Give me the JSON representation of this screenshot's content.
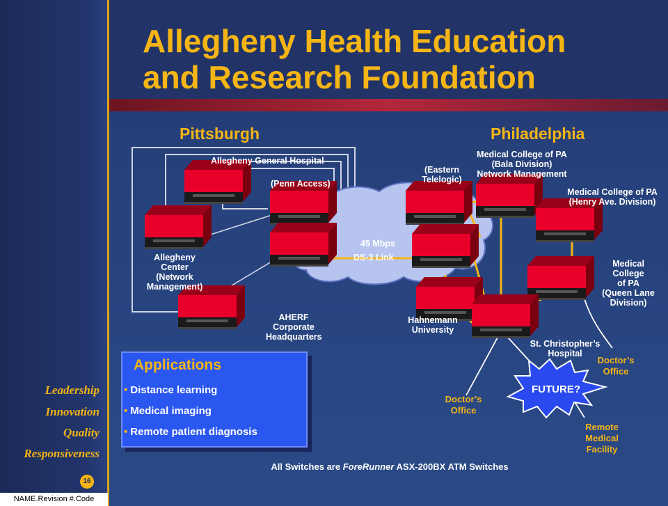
{
  "title": {
    "line1": "Allegheny Health Education",
    "line2": "and Research Foundation"
  },
  "values": [
    "Leadership",
    "Innovation",
    "Quality",
    "Responsiveness"
  ],
  "cities": {
    "pittsburgh": "Pittsburgh",
    "philadelphia": "Philadelphia"
  },
  "nodes": {
    "agh": "Allegheny General Hospital",
    "penn": "(Penn Access)",
    "ac1": "Allegheny",
    "ac2": "Center",
    "ac3": "(Network",
    "ac4": "Management)",
    "ah1": "AHERF",
    "ah2": "Corporate",
    "ah3": "Headquarters",
    "link1": "45 Mbps",
    "link2": "DS-3 Link",
    "et1": "(Eastern",
    "et2": "Telelogic)",
    "mb1": "Medical College of PA",
    "mb2": "(Bala Division)",
    "mb3": "Network Management",
    "mh1": "Medical College of PA",
    "mh2": "(Henry Ave. Division)",
    "mq1": "Medical",
    "mq2": "College",
    "mq3": "of PA",
    "mq4": "(Queen Lane",
    "mq5": "Division)",
    "hu1": "Hahnemann",
    "hu2": "University",
    "sc1": "St. Christopher’s",
    "sc2": "Hospital",
    "future": "FUTURE?",
    "do1a": "Doctor’s",
    "do1b": "Office",
    "do2a": "Doctor’s",
    "do2b": "Office",
    "rm1": "Remote",
    "rm2": "Medical",
    "rm3": "Facility"
  },
  "applications": {
    "title": "Applications",
    "items": [
      "Distance learning",
      "Medical imaging",
      "Remote patient diagnosis"
    ]
  },
  "footer": {
    "prefix": "All Switches are ",
    "product": "ForeRunner",
    "suffix": " ASX-200BX ATM Switches"
  },
  "page_number": "16",
  "code": "NAME.Revision #.Code",
  "colors": {
    "accent": "#f5b514",
    "switch_red": "#e8002a",
    "background": "#2a4a87",
    "cloud": "#b7c4f0",
    "apps_box": "#2a57ef"
  }
}
